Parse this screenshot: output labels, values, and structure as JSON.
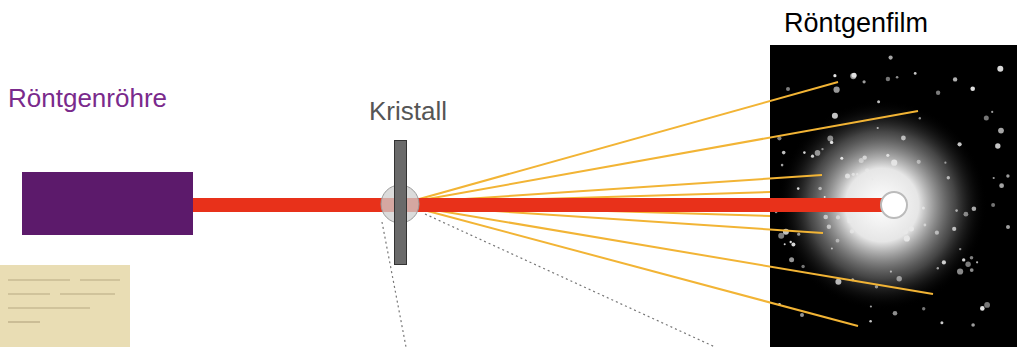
{
  "diagram": {
    "nodes": [
      {
        "text": [
          "Röntgenröhre"
        ]
      },
      {
        "text": [
          "Kristall"
        ]
      },
      {
        "text": [
          "Röntgenfilm"
        ]
      }
    ],
    "edges": [
      {
        "from": 0,
        "to": 1,
        "arrow": "none"
      },
      {
        "from": 1,
        "to": 2,
        "arrow": "none"
      }
    ]
  }
}
